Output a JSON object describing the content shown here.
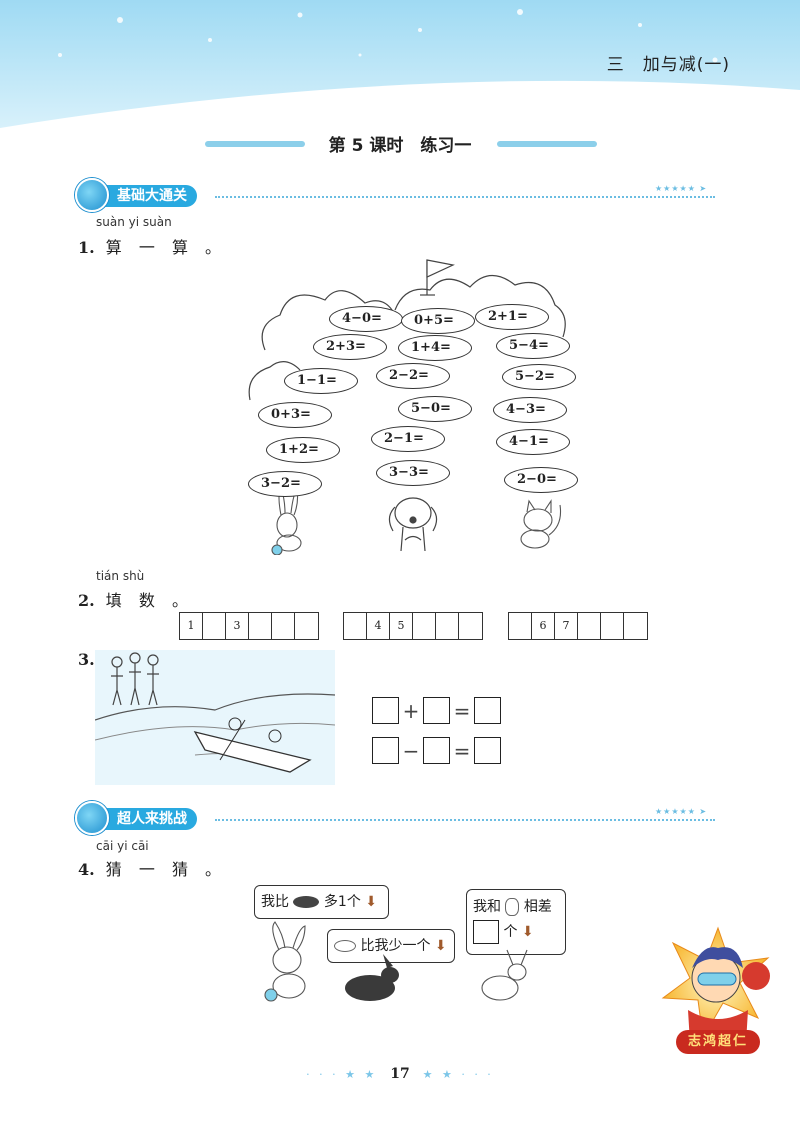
{
  "header": {
    "chapter": "三　加与减(一)"
  },
  "lesson": {
    "title": "第 5 课时　练习一"
  },
  "section1": {
    "banner": "基础大通关"
  },
  "q1": {
    "pinyin": "suàn yi suàn",
    "num": "1.",
    "text": "算 一 算 。",
    "equations": [
      "4−0=",
      "0+5=",
      "2+1=",
      "2+3=",
      "1+4=",
      "5−4=",
      "1−1=",
      "2−2=",
      "5−2=",
      "0+3=",
      "5−0=",
      "4−3=",
      "1+2=",
      "2−1=",
      "4−1=",
      "3−2=",
      "3−3=",
      "2−0="
    ]
  },
  "q2": {
    "pinyin": "tián shù",
    "num": "2.",
    "text": "填 数 。",
    "rows": [
      [
        "1",
        "",
        "3",
        "",
        ""
      ],
      [
        "",
        "4",
        "5",
        "",
        ""
      ],
      [
        "",
        "6",
        "7",
        "",
        ""
      ]
    ]
  },
  "q3": {
    "num": "3.",
    "plus": "+",
    "minus": "−",
    "equals": "="
  },
  "section2": {
    "banner": "超人来挑战"
  },
  "q4": {
    "pinyin": "cāi yi cāi",
    "num": "4.",
    "text": "猜 一 猜 。",
    "bubble1_a": "我比",
    "bubble1_b": "多1个",
    "bubble2": "比我少一个",
    "bubble3_a": "我和",
    "bubble3_b": "相差",
    "bubble3_c": "个"
  },
  "badge": {
    "text": "志鸿超仁"
  },
  "footer": {
    "page": "17"
  }
}
